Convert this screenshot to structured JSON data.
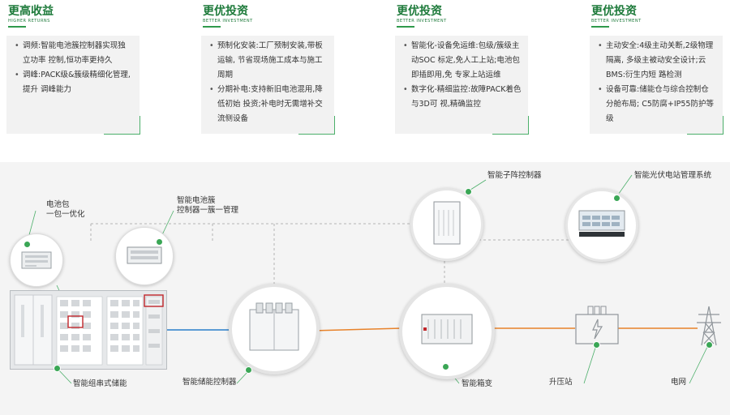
{
  "cards": [
    {
      "title": "更高收益",
      "subtitle": "HIGHER RETURNS",
      "items": [
        "调频:智能电池簇控制器实现独立功率 控制,恒功率更持久",
        "调峰:PACK级&簇级精细化管理,提升 调峰能力"
      ]
    },
    {
      "title": "更优投资",
      "subtitle": "BETTER INVESTMENT",
      "items": [
        "预制化安装:工厂预制安装,带板运输, 节省现场施工成本与施工周期",
        "分期补电:支持新旧电池混用,降低初始 投资;补电时无需增补交流侧设备"
      ]
    },
    {
      "title": "更优投资",
      "subtitle": "BETTER INVESTMENT",
      "items": [
        "智能化-设备免运维:包级/簇级主动SOC 标定,免人工上站;电池包即插即用,免 专家上站运维",
        "数字化-精细监控:故障PACK着色与3D可 视,精确监控"
      ]
    },
    {
      "title": "更优投资",
      "subtitle": "BETTER INVESTMENT",
      "items": [
        "主动安全:4级主动关断,2级物理隔离, 多级主被动安全设计;云BMS:衍生内短 路检测",
        "设备可靠:储能仓与综合控制仓分舱布局; C5防腐+IP55防护等级"
      ]
    }
  ],
  "diagram": {
    "battery_pack_label": "电池包\n一包一优化",
    "cluster_controller_label": "智能电池簇\n控制器一簇一管理",
    "string_storage_label": "智能组串式储能",
    "storage_controller_label": "智能储能控制器",
    "subarray_controller_label": "智能子阵控制器",
    "pv_management_label": "智能光伏电站管理系统",
    "box_transformer_label": "智能箱变",
    "booster_station_label": "升压站",
    "grid_label": "电网"
  },
  "colors": {
    "accent_green": "#2f9a4c",
    "dc_line": "#5b9bd5",
    "ac_line": "#e8822a",
    "highlight_red": "#c0262b"
  }
}
